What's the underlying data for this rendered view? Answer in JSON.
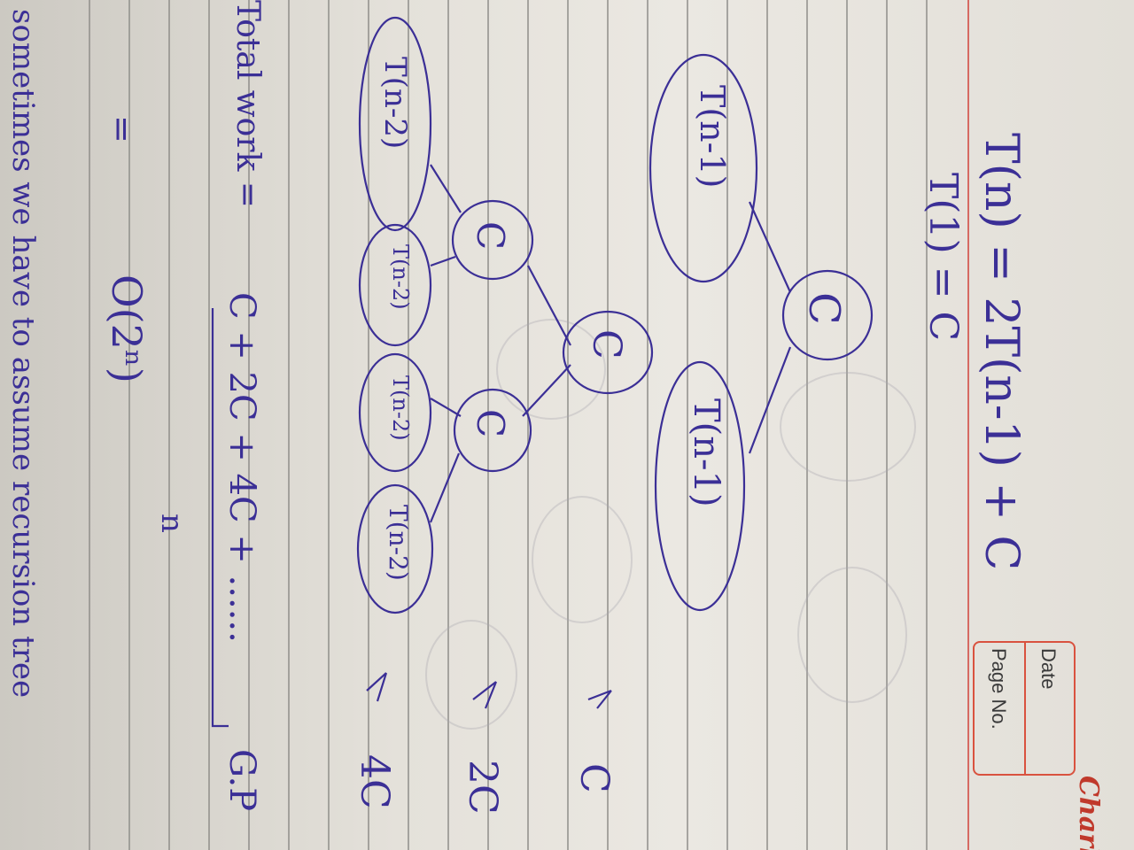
{
  "notebook": {
    "brand": "Charle",
    "date_label": "Date",
    "page_no_label": "Page No."
  },
  "math": {
    "recurrence": "T(n) = 2T(n-1) + C",
    "base_case": "T(1) = C",
    "tree_root": "C",
    "level1_left": "T(n-1)",
    "level1_right": "T(n-1)",
    "level2_left": "C",
    "level2_right": "C",
    "leaf_1": "T(n-2)",
    "leaf_2": "T(n-2)",
    "leaf_3": "T(n-2)",
    "leaf_4": "T(n-2)",
    "level_cost_1": "C",
    "level_cost_2": "2C",
    "level_cost_3": "4C",
    "total_work_label": "Total work =",
    "total_work_sum": "C + 2C + 4C + ......",
    "total_work_denominator": "n",
    "gp_note": "G.P",
    "equals": "=",
    "result": "O(2ⁿ)",
    "footer_text": "sometimes we have to assume recursion tree"
  },
  "colors": {
    "ink": "#3b2f96",
    "brand_red": "#c0392b",
    "box_red": "#d9523f"
  }
}
